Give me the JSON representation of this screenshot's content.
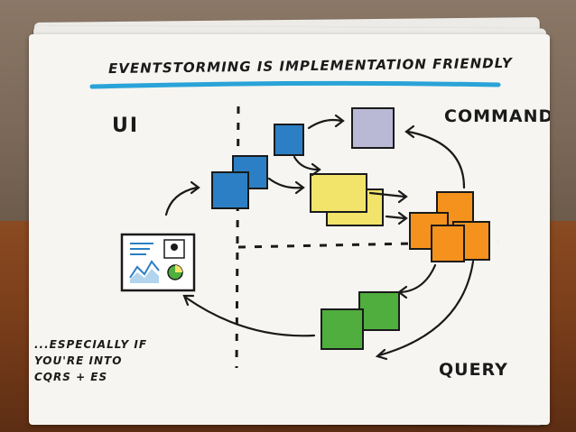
{
  "title": "EVENTSTORMING IS IMPLEMENTATION FRIENDLY",
  "labels": {
    "ui": "UI",
    "command": "COMMAND",
    "query": "QUERY"
  },
  "note": {
    "line1": "...ESPECIALLY IF",
    "line2": "YOU'RE INTO",
    "line3": "CQRS + ES"
  },
  "colors": {
    "command_sticky": "#b9b9d6",
    "blue_sticky": "#2c7fc4",
    "yellow_sticky": "#f2e46a",
    "orange_sticky": "#f5921e",
    "green_sticky": "#4fae3d",
    "accent_line": "#2aa3d8",
    "ink": "#1a1a1a"
  }
}
